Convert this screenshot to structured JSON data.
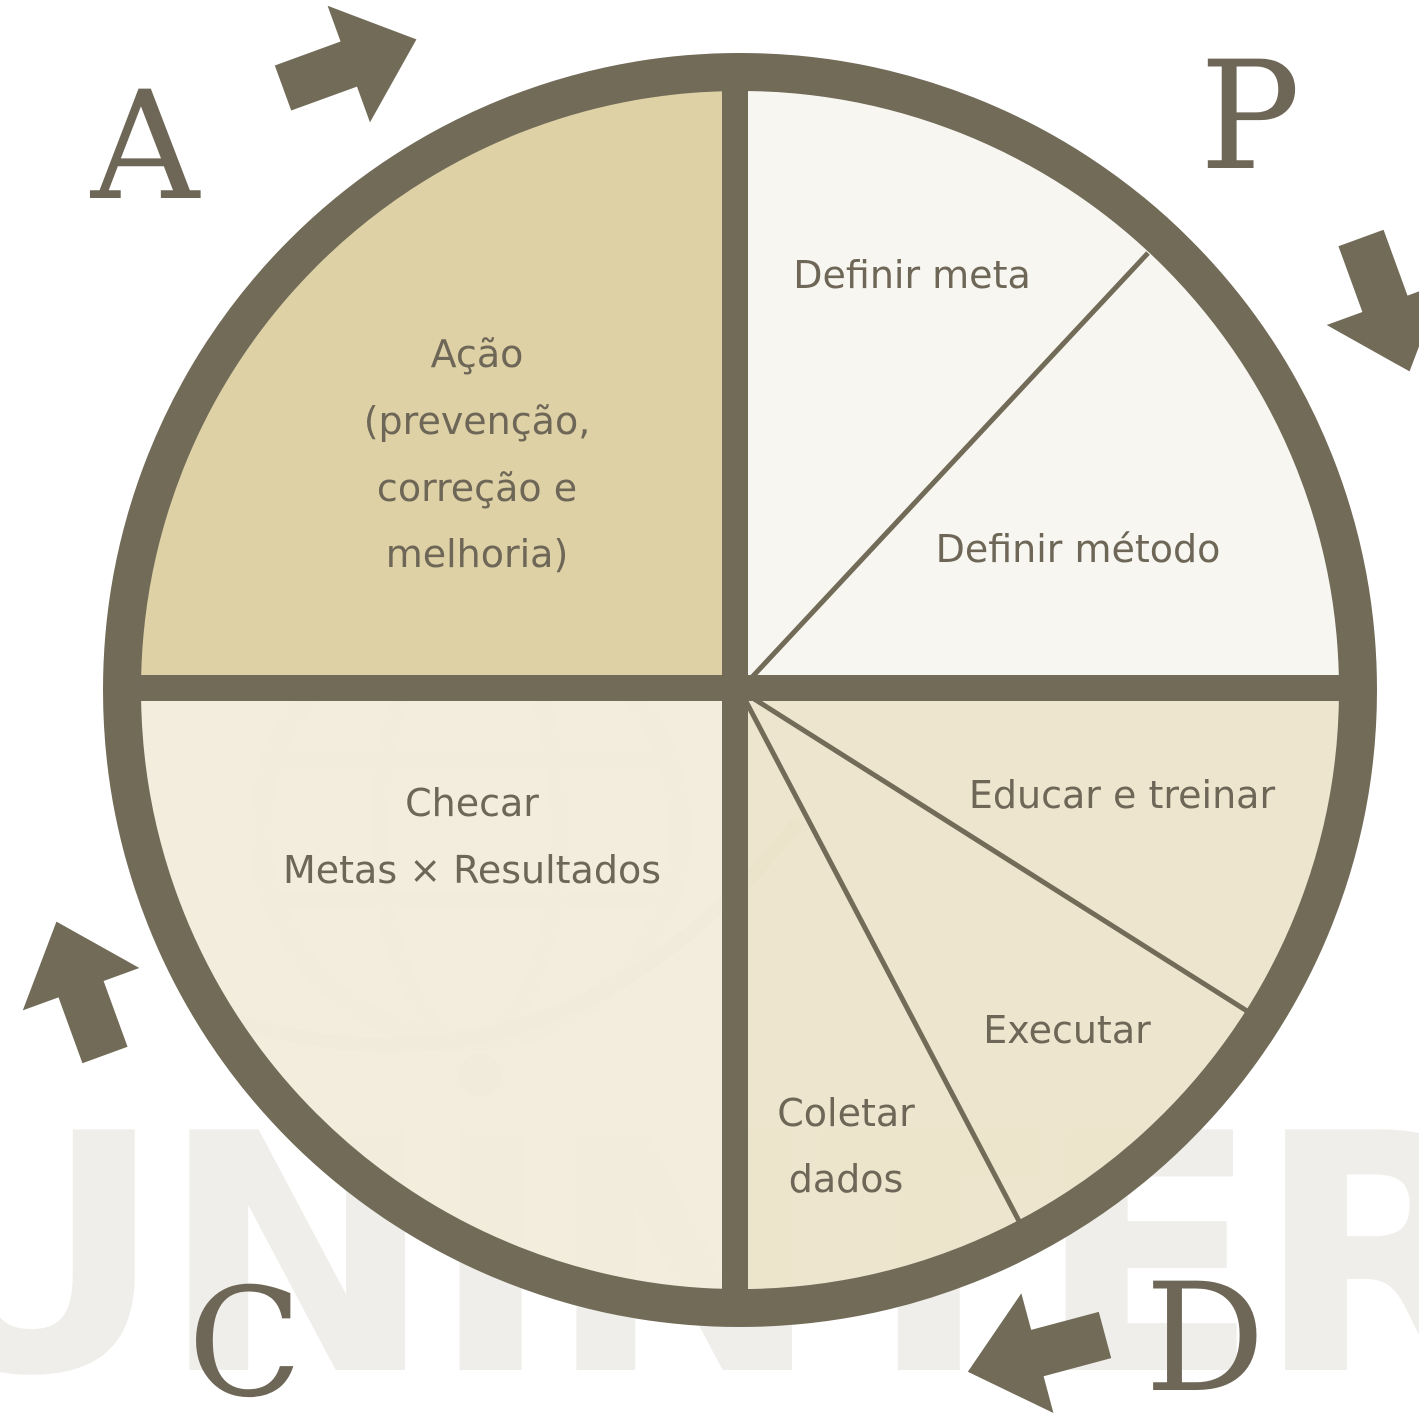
{
  "colors": {
    "frame": "#716b58",
    "act_quadrant": "#ded1a6",
    "plan_quadrant": "#f8f6f1",
    "check_quadrant": "#f2ebda",
    "do_quadrant": "#ece2c9",
    "text": "#6e6757",
    "watermark": "#efeeea"
  },
  "watermark": {
    "text": "UNINTER"
  },
  "letters": {
    "a": "A",
    "p": "P",
    "c": "C",
    "d": "D"
  },
  "quadrants": {
    "act": {
      "lines": [
        "Ação",
        "(prevenção,",
        "correção e",
        "melhoria)"
      ]
    },
    "plan": {
      "define_goal": "Definir meta",
      "define_method": "Definir método"
    },
    "check": {
      "lines": [
        "Checar",
        "Metas × Resultados"
      ]
    },
    "do": {
      "educate": "Educar e treinar",
      "execute": "Executar",
      "collect": [
        "Coletar",
        "dados"
      ]
    }
  },
  "arrows": [
    "arrow-a-to-p",
    "arrow-p-to-d",
    "arrow-d-to-c",
    "arrow-c-to-a"
  ]
}
